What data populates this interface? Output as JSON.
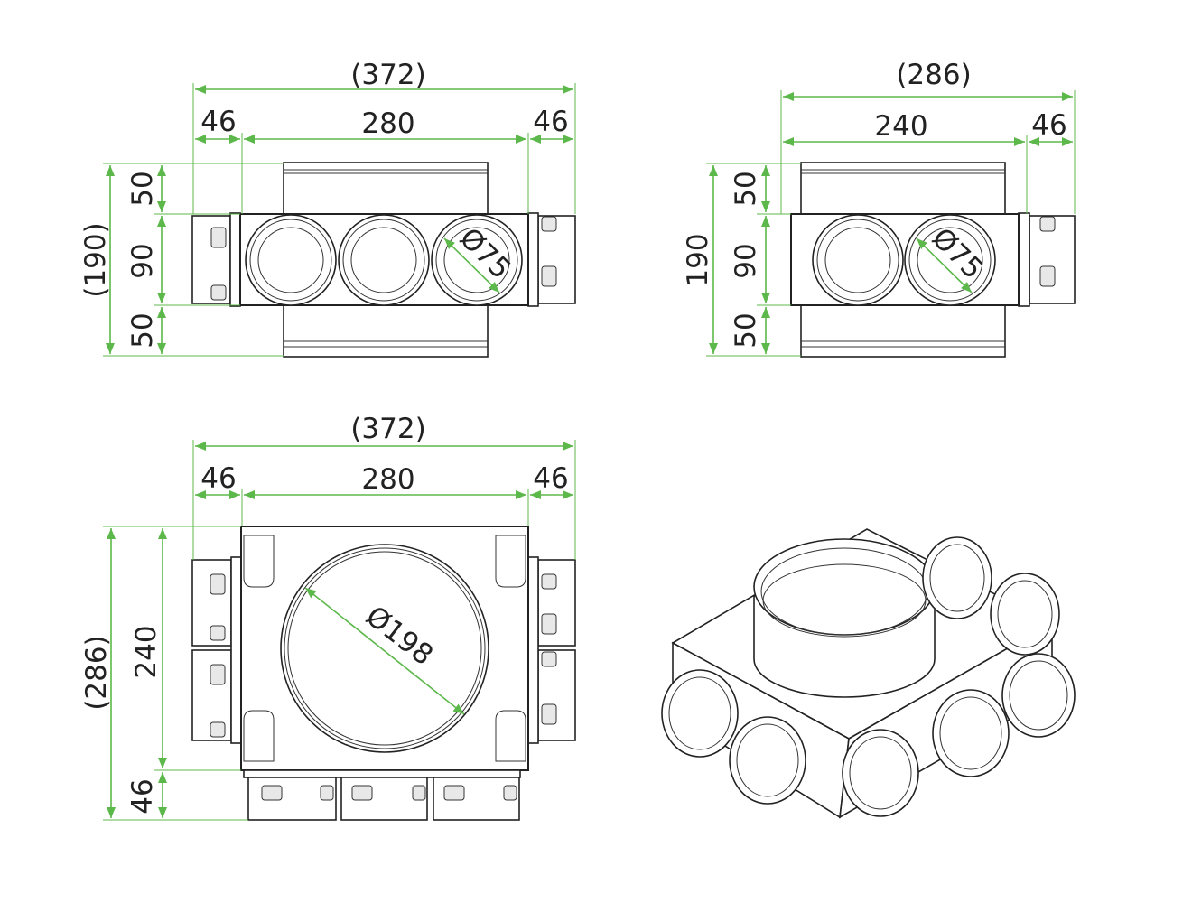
{
  "colors": {
    "dimension": "#5cb84a",
    "outline": "#222222"
  },
  "front_view": {
    "overall_width": "(372)",
    "left_spigot": "46",
    "body_width": "280",
    "right_spigot": "46",
    "overall_height": "(190)",
    "top_collar": "50",
    "body_height": "90",
    "bottom_collar": "50",
    "port_diameter": "Ø75"
  },
  "side_view": {
    "overall_width": "(286)",
    "body_width": "240",
    "right_spigot": "46",
    "overall_height": "190",
    "top_collar": "50",
    "body_height": "90",
    "bottom_collar": "50",
    "port_diameter": "Ø75"
  },
  "plan_view": {
    "overall_width": "(372)",
    "left_spigot": "46",
    "body_width": "280",
    "right_spigot": "46",
    "overall_depth": "(286)",
    "body_depth": "240",
    "bottom_spigot": "46",
    "collar_diameter": "Ø198"
  }
}
